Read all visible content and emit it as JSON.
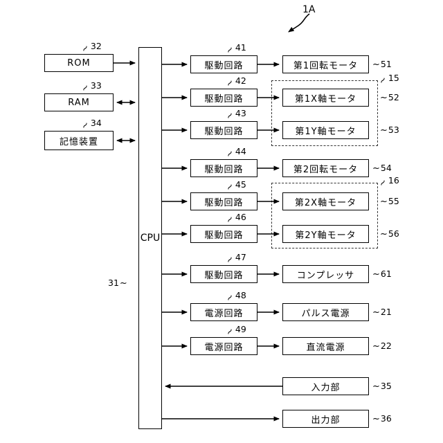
{
  "figure_label": "1A",
  "tilde": "~",
  "cpu": {
    "label": "CPU",
    "ref": "31"
  },
  "left_blocks": [
    {
      "label": "ROM",
      "ref": "32",
      "arrow": "to-cpu"
    },
    {
      "label": "RAM",
      "ref": "33",
      "arrow": "bidirectional"
    },
    {
      "label": "記憶装置",
      "ref": "34",
      "arrow": "bidirectional"
    }
  ],
  "rows": [
    {
      "circuit": "駆動回路",
      "circuit_ref": "41",
      "device": "第1回転モータ",
      "device_ref": "51"
    },
    {
      "circuit": "駆動回路",
      "circuit_ref": "42",
      "device": "第1X軸モータ",
      "device_ref": "52"
    },
    {
      "circuit": "駆動回路",
      "circuit_ref": "43",
      "device": "第1Y軸モータ",
      "device_ref": "53"
    },
    {
      "circuit": "駆動回路",
      "circuit_ref": "44",
      "device": "第2回転モータ",
      "device_ref": "54"
    },
    {
      "circuit": "駆動回路",
      "circuit_ref": "45",
      "device": "第2X軸モータ",
      "device_ref": "55"
    },
    {
      "circuit": "駆動回路",
      "circuit_ref": "46",
      "device": "第2Y軸モータ",
      "device_ref": "56"
    },
    {
      "circuit": "駆動回路",
      "circuit_ref": "47",
      "device": "コンプレッサ",
      "device_ref": "61"
    },
    {
      "circuit": "電源回路",
      "circuit_ref": "48",
      "device": "パルス電源",
      "device_ref": "21"
    },
    {
      "circuit": "電源回路",
      "circuit_ref": "49",
      "device": "直流電源",
      "device_ref": "22"
    }
  ],
  "groups": [
    {
      "ref": "15"
    },
    {
      "ref": "16"
    }
  ],
  "io_blocks": [
    {
      "label": "入力部",
      "ref": "35",
      "arrow": "to-cpu"
    },
    {
      "label": "出力部",
      "ref": "36",
      "arrow": "from-cpu"
    }
  ]
}
